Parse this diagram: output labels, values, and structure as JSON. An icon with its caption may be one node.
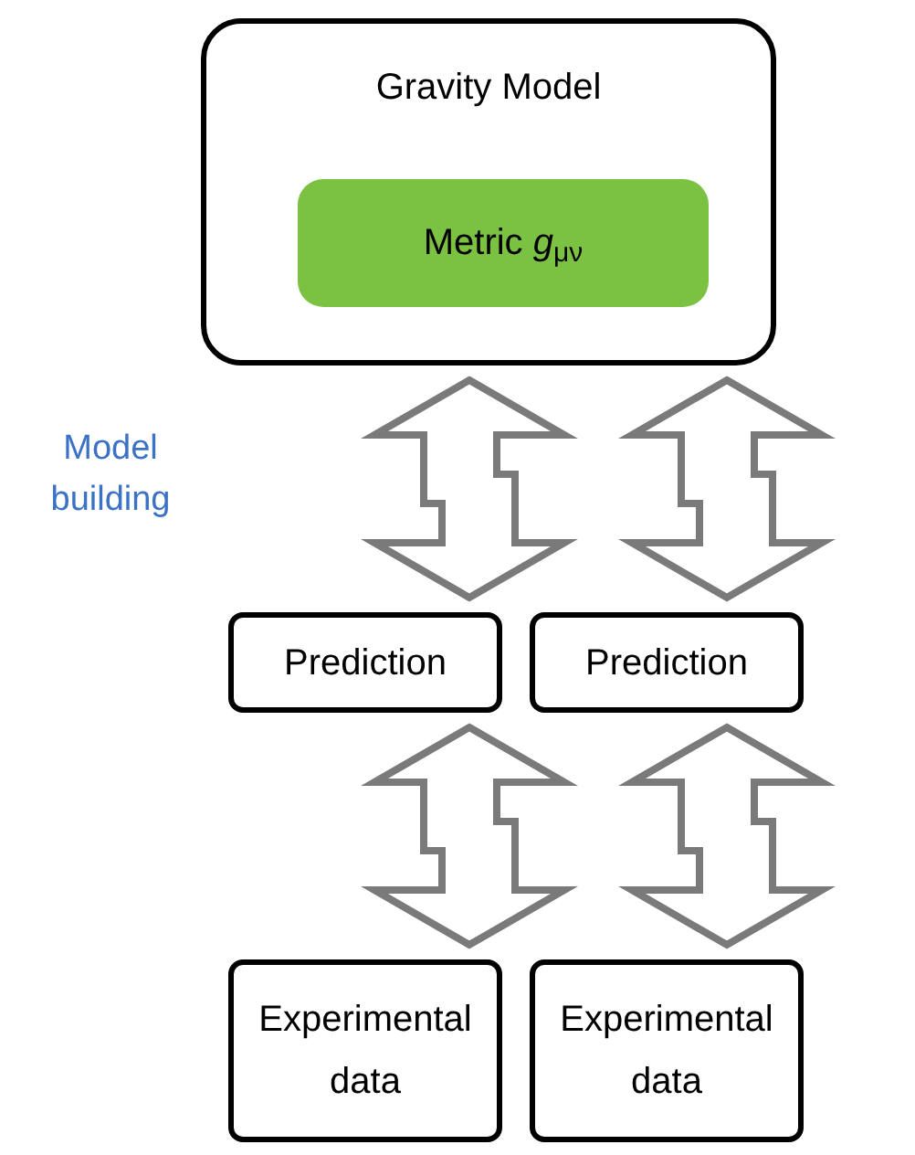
{
  "diagram": {
    "nodes": [
      {
        "text": [
          "Gravity Model"
        ]
      },
      {
        "text": [
          "Metric *g*$_{μν}$"
        ],
        "in": 0
      },
      {
        "text": [
          "Prediction"
        ]
      },
      {
        "text": [
          "Prediction"
        ]
      },
      {
        "text": [
          "Experimental data"
        ]
      },
      {
        "text": [
          "Experimental data"
        ]
      }
    ],
    "edges": [
      {
        "from": 0,
        "to": 2,
        "arrow": "both"
      },
      {
        "from": 0,
        "to": 3,
        "arrow": "both"
      },
      {
        "from": 2,
        "to": 4,
        "arrow": "both"
      },
      {
        "from": 3,
        "to": 5,
        "arrow": "both"
      }
    ],
    "labels": [
      "Model building"
    ]
  }
}
